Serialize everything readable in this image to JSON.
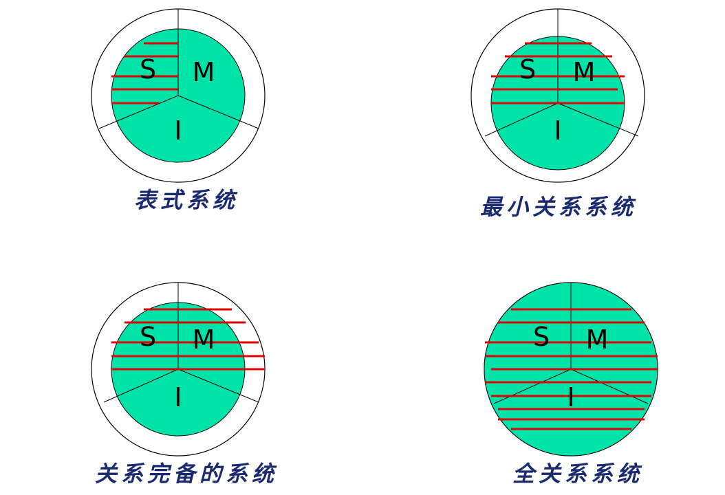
{
  "colors": {
    "fill": "#00e3a8",
    "stripe": "#e00000",
    "outline": "#000000",
    "caption": "#1a2a6e"
  },
  "diagrams": [
    {
      "caption": "表式系统",
      "labels": {
        "s": "S",
        "m": "M",
        "i": "I"
      }
    },
    {
      "caption": "最小关系系统",
      "labels": {
        "s": "S",
        "m": "M",
        "i": "I"
      }
    },
    {
      "caption": "关系完备的系统",
      "labels": {
        "s": "S",
        "m": "M",
        "i": "I"
      }
    },
    {
      "caption": "全关系系统",
      "labels": {
        "s": "S",
        "m": "M",
        "i": "I"
      }
    }
  ]
}
